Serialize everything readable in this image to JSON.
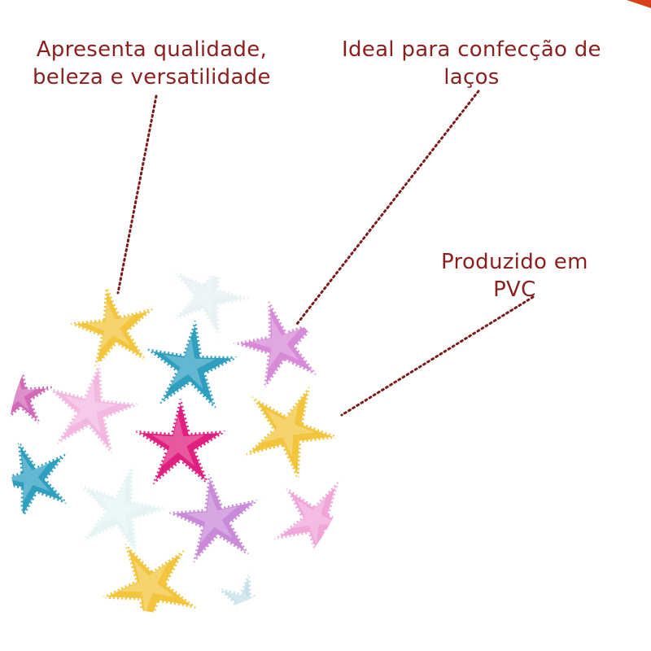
{
  "callouts": [
    {
      "lines": [
        "Apresenta qualidade,",
        "beleza e versatilidade"
      ]
    },
    {
      "lines": [
        "Ideal para confecção de",
        "laços"
      ]
    },
    {
      "lines": [
        "Produzido em",
        "PVC"
      ]
    }
  ],
  "colors": {
    "text": "#8a1f1f",
    "leader": "#7a1c1c",
    "corner_accent": "#d8401c",
    "stars": [
      "#f2c53d",
      "#e9f2f4",
      "#2f9fc0",
      "#d78ad6",
      "#f3b8e0",
      "#e0207f",
      "#f2c53d",
      "#2f9fc0",
      "#e6f4f6",
      "#c98ad8",
      "#f0a6d8",
      "#f2c53d",
      "#d26ab8",
      "#c8e0ea"
    ]
  }
}
